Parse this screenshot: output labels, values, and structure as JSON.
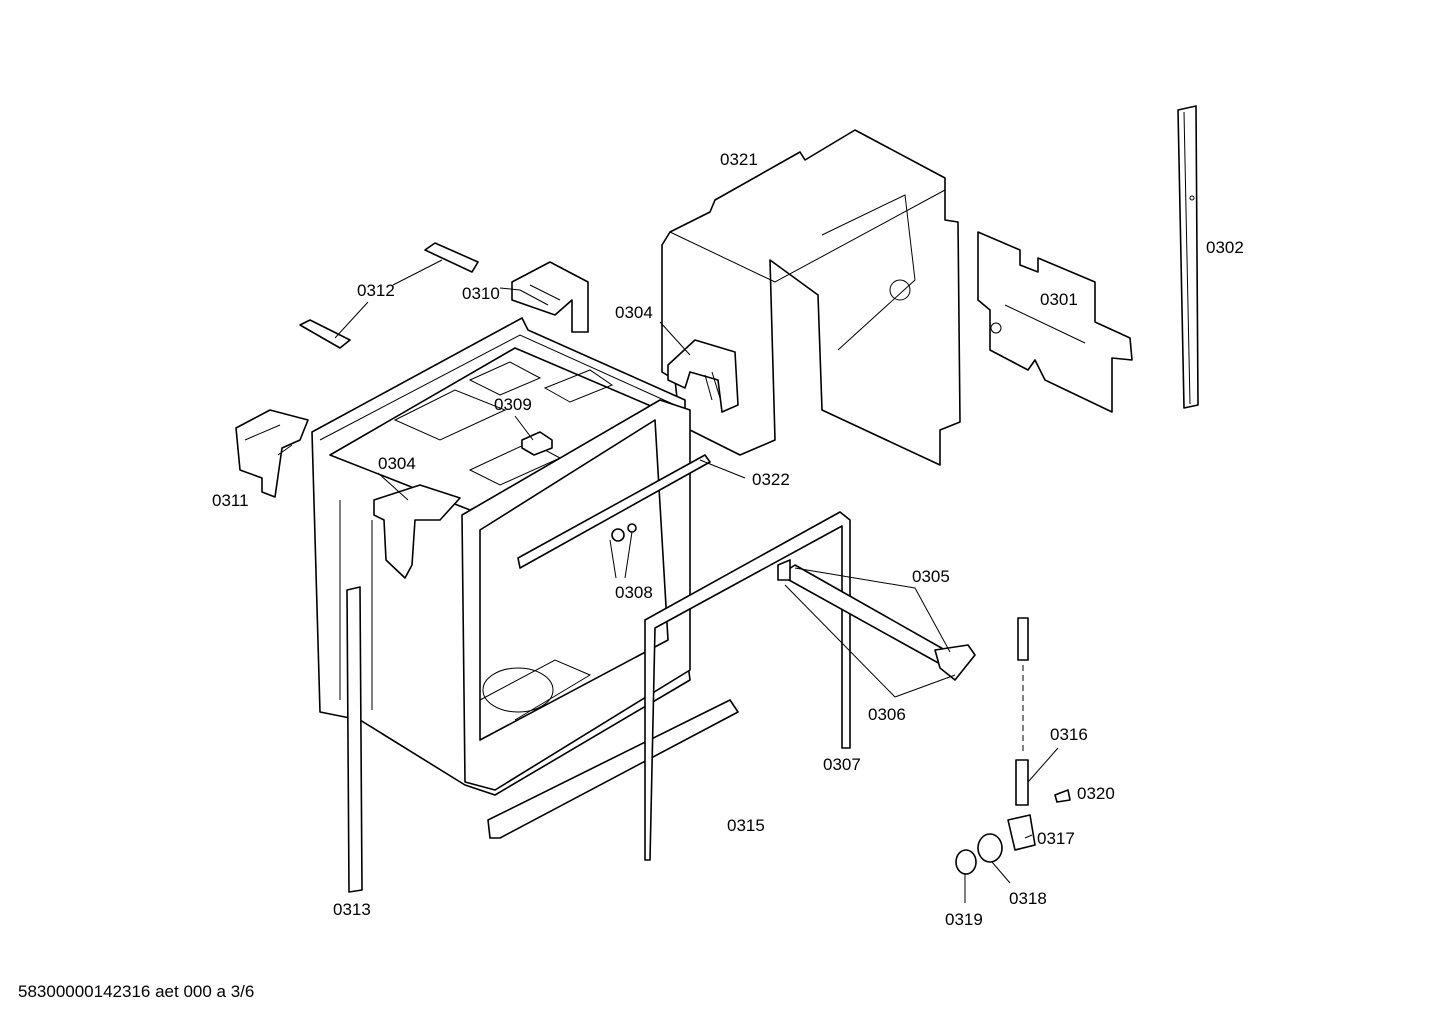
{
  "diagram": {
    "part_labels": {
      "p0301": "0301",
      "p0302": "0302",
      "p0304a": "0304",
      "p0304b": "0304",
      "p0305": "0305",
      "p0306": "0306",
      "p0307": "0307",
      "p0308": "0308",
      "p0309": "0309",
      "p0310": "0310",
      "p0311": "0311",
      "p0312": "0312",
      "p0313": "0313",
      "p0315": "0315",
      "p0316": "0316",
      "p0317": "0317",
      "p0318": "0318",
      "p0319": "0319",
      "p0320": "0320",
      "p0321": "0321",
      "p0322": "0322"
    }
  },
  "footer": {
    "doc_code": "58300000142316 aet 000 a 3/6"
  }
}
